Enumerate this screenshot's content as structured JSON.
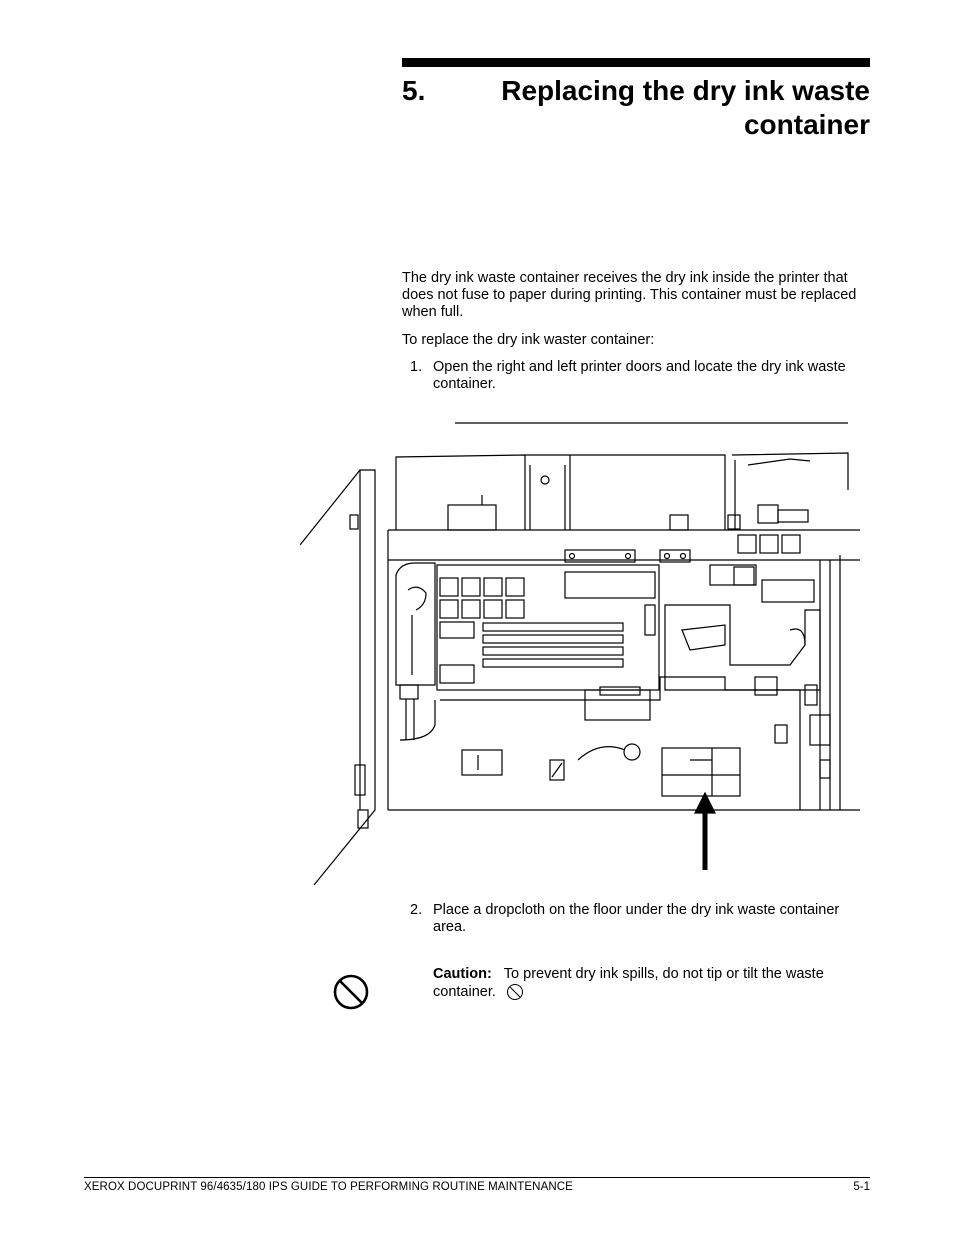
{
  "section": {
    "number": "5.",
    "title_line1": "Replacing the dry ink waste",
    "title_line2": "container"
  },
  "body": {
    "intro": "The dry ink waste container receives the dry ink inside the printer that does not fuse to paper during printing. This container must be replaced when full.",
    "lead_in": "To replace the dry ink waster container:"
  },
  "steps": [
    {
      "num": "1.",
      "text": "Open the right and left printer doors and locate the dry ink waste container."
    },
    {
      "num": "2.",
      "text": "Place a dropcloth on the floor under the dry ink waste container area."
    }
  ],
  "caution": {
    "label": "Caution:",
    "text": "To prevent dry ink spills, do not tip or tilt the waste container."
  },
  "footer": {
    "left": "XEROX DOCUPRINT 96/4635/180 IPS GUIDE TO PERFORMING ROUTINE MAINTENANCE",
    "right": "5-1"
  },
  "icons": {
    "caution_margin": "prohibition-icon",
    "caution_inline": "prohibition-icon",
    "figure_arrow": "arrow-up-icon"
  }
}
